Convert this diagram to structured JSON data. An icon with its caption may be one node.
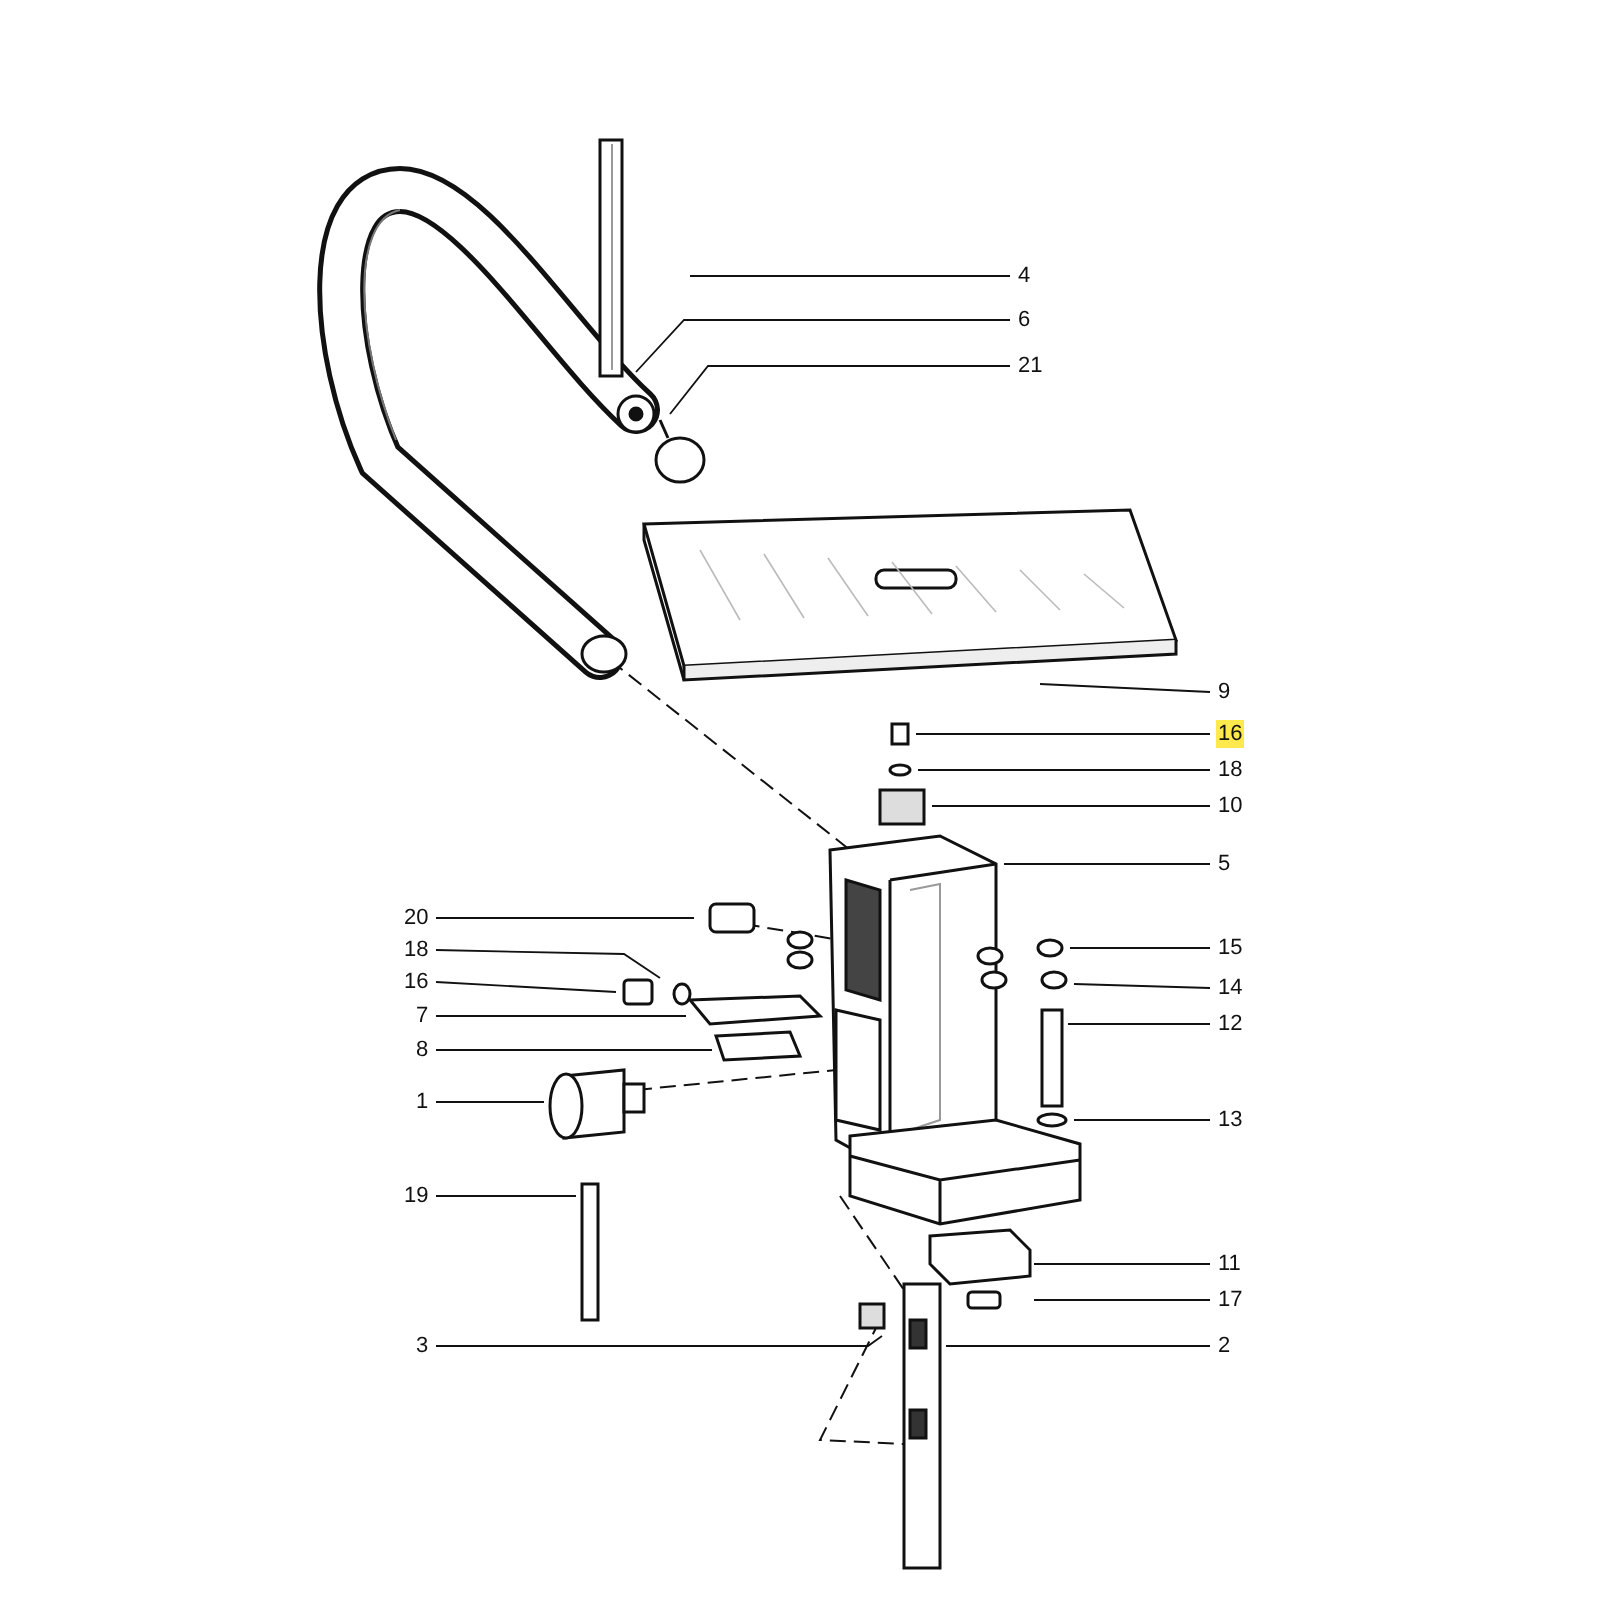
{
  "diagram": {
    "nodes": [
      {
        "text": [
          "4"
        ]
      },
      {
        "text": [
          "6"
        ]
      },
      {
        "text": [
          "21"
        ]
      },
      {
        "text": [
          "9"
        ]
      },
      {
        "text": [
          "16"
        ]
      },
      {
        "text": [
          "18"
        ]
      },
      {
        "text": [
          "10"
        ]
      },
      {
        "text": [
          "5"
        ]
      },
      {
        "text": [
          "20"
        ]
      },
      {
        "text": [
          "18"
        ]
      },
      {
        "text": [
          "15"
        ]
      },
      {
        "text": [
          "16"
        ]
      },
      {
        "text": [
          "14"
        ]
      },
      {
        "text": [
          "7"
        ]
      },
      {
        "text": [
          "12"
        ]
      },
      {
        "text": [
          "8"
        ]
      },
      {
        "text": [
          "1"
        ]
      },
      {
        "text": [
          "13"
        ]
      },
      {
        "text": [
          "19"
        ]
      },
      {
        "text": [
          "11"
        ]
      },
      {
        "text": [
          "17"
        ]
      },
      {
        "text": [
          "3"
        ]
      },
      {
        "text": [
          "2"
        ]
      }
    ],
    "edges": [
      {
        "from": 0,
        "to": null,
        "arrow": "none"
      },
      {
        "from": 1,
        "to": null,
        "arrow": "none"
      },
      {
        "from": 2,
        "to": null,
        "arrow": "none"
      },
      {
        "from": 3,
        "to": null,
        "arrow": "none"
      },
      {
        "from": 4,
        "to": null,
        "arrow": "none"
      },
      {
        "from": 5,
        "to": null,
        "arrow": "none"
      },
      {
        "from": 6,
        "to": null,
        "arrow": "none"
      },
      {
        "from": 7,
        "to": null,
        "arrow": "none"
      },
      {
        "from": 8,
        "to": null,
        "arrow": "none"
      },
      {
        "from": 9,
        "to": null,
        "arrow": "none"
      },
      {
        "from": 10,
        "to": null,
        "arrow": "none"
      },
      {
        "from": 11,
        "to": null,
        "arrow": "none"
      },
      {
        "from": 12,
        "to": null,
        "arrow": "none"
      },
      {
        "from": 13,
        "to": null,
        "arrow": "none"
      },
      {
        "from": 14,
        "to": null,
        "arrow": "none"
      },
      {
        "from": 15,
        "to": null,
        "arrow": "none"
      },
      {
        "from": 16,
        "to": null,
        "arrow": "none"
      },
      {
        "from": 17,
        "to": null,
        "arrow": "none"
      },
      {
        "from": 18,
        "to": null,
        "arrow": "none"
      },
      {
        "from": 19,
        "to": null,
        "arrow": "none"
      },
      {
        "from": 20,
        "to": null,
        "arrow": "none"
      },
      {
        "from": 21,
        "to": null,
        "arrow": "none"
      },
      {
        "from": 22,
        "to": null,
        "arrow": "none"
      }
    ]
  }
}
